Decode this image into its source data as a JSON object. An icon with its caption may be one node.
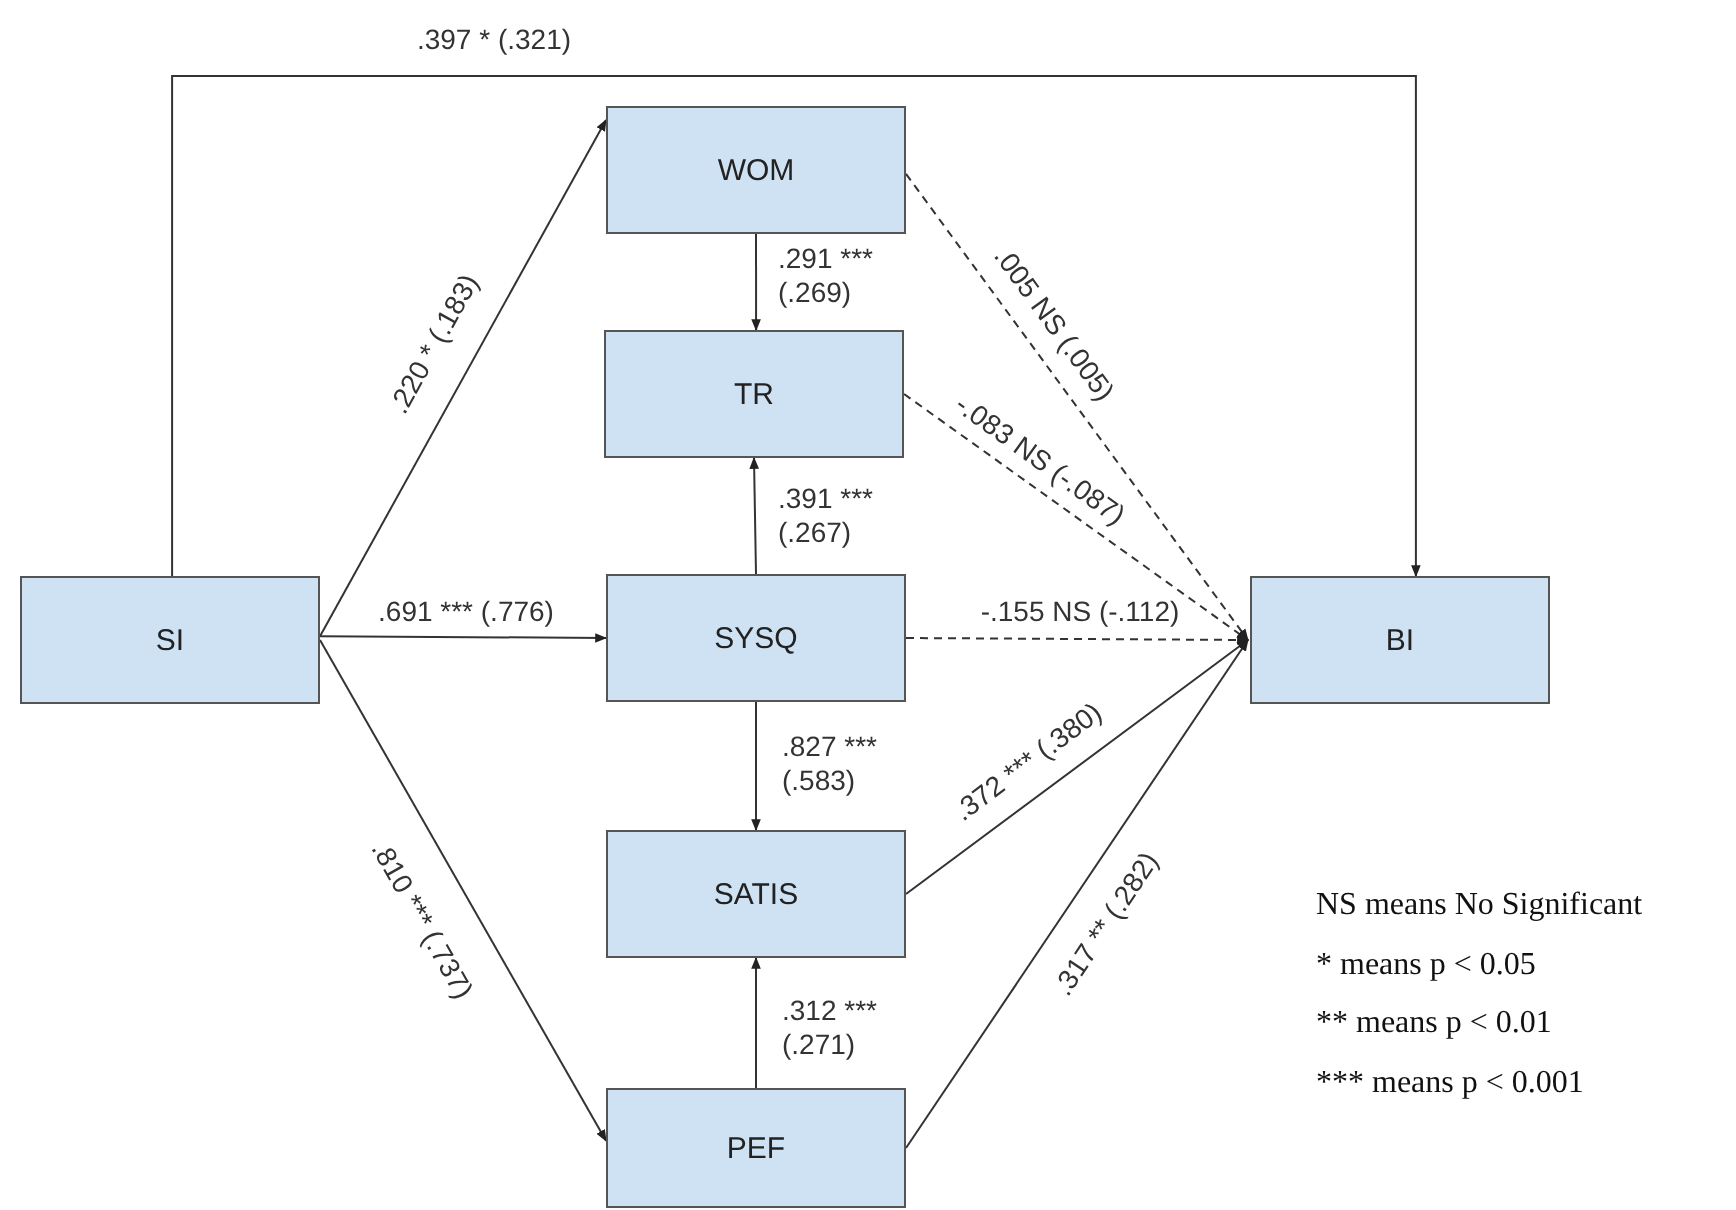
{
  "diagram": {
    "nodes": [
      {
        "text": [
          "SI"
        ]
      },
      {
        "text": [
          "WOM"
        ]
      },
      {
        "text": [
          "TR"
        ]
      },
      {
        "text": [
          "SYSQ"
        ]
      },
      {
        "text": [
          "SATIS"
        ]
      },
      {
        "text": [
          "PEF"
        ]
      },
      {
        "text": [
          "BI"
        ]
      }
    ],
    "edges": [
      {
        "from": 0,
        "to": 6,
        "arrow": "to",
        "label": ".397 * (.321)"
      },
      {
        "from": 0,
        "to": 1,
        "arrow": "to",
        "label": ".220 * (.183)"
      },
      {
        "from": 0,
        "to": 3,
        "arrow": "to",
        "label": ".691 *** (.776)"
      },
      {
        "from": 0,
        "to": 5,
        "arrow": "to",
        "label": ".810 *** (.737)"
      },
      {
        "from": 1,
        "to": 2,
        "arrow": "to",
        "label": ".291 *** (.269)"
      },
      {
        "from": 3,
        "to": 2,
        "arrow": "to",
        "label": ".391 *** (.267)"
      },
      {
        "from": 3,
        "to": 4,
        "arrow": "to",
        "label": ".827 *** (.583)"
      },
      {
        "from": 5,
        "to": 4,
        "arrow": "to",
        "label": ".312 *** (.271)"
      },
      {
        "from": 1,
        "to": 6,
        "arrow": "to",
        "label": ".005 NS (.005)",
        "style": "dashed"
      },
      {
        "from": 2,
        "to": 6,
        "arrow": "to",
        "label": "-.083 NS (-.087)",
        "style": "dashed"
      },
      {
        "from": 3,
        "to": 6,
        "arrow": "to",
        "label": "-.155 NS (-.112)",
        "style": "dashed"
      },
      {
        "from": 4,
        "to": 6,
        "arrow": "to",
        "label": ".372 *** (.380)"
      },
      {
        "from": 5,
        "to": 6,
        "arrow": "to",
        "label": ".317 ** (.282)"
      }
    ],
    "labels": [
      "NS means No Significant",
      "* means p < 0.05",
      "** means p < 0.01",
      "*** means p < 0.001"
    ]
  }
}
